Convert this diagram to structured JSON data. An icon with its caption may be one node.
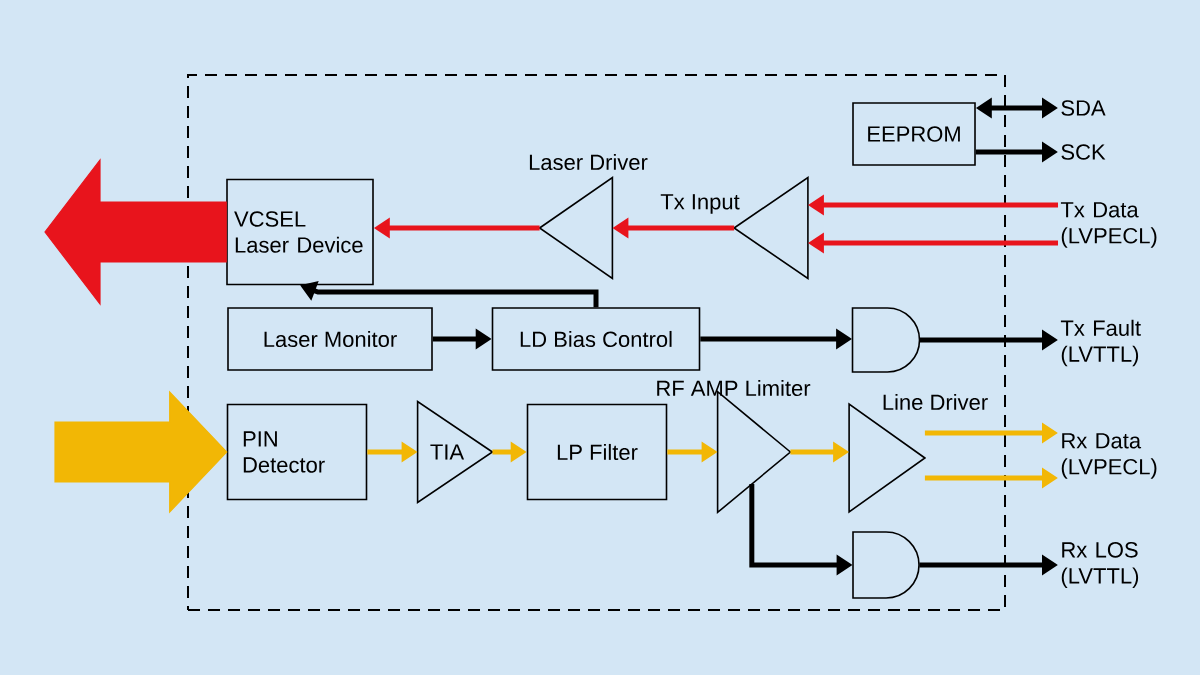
{
  "diagram": {
    "nodes": [
      {
        "text": [],
        "shape": "box"
      },
      {
        "text": [
          "EEPROM"
        ],
        "in": 0
      },
      {
        "text": [
          "SDA"
        ]
      },
      {
        "text": [
          "SCK"
        ]
      },
      {
        "text": [
          "Laser Driver"
        ],
        "in": 0
      },
      {
        "text": [
          "Tx Input"
        ],
        "in": 0
      },
      {
        "text": [
          "VCSEL Laser Device"
        ],
        "in": 0
      },
      {
        "text": [
          "Tx Data (LVPECL)"
        ]
      },
      {
        "text": [
          "Laser Monitor"
        ],
        "in": 0
      },
      {
        "text": [
          "LD Bias Control"
        ],
        "in": 0
      },
      {
        "text": [],
        "shape": "gate",
        "in": 0
      },
      {
        "text": [
          "Tx Fault (LVTTL)"
        ]
      },
      {
        "text": [
          "PIN Detector"
        ],
        "in": 0
      },
      {
        "text": [
          "TIA"
        ],
        "in": 0
      },
      {
        "text": [
          "LP Filter"
        ],
        "in": 0
      },
      {
        "text": [
          "RF AMP Limiter"
        ],
        "in": 0
      },
      {
        "text": [
          "Line Driver"
        ],
        "in": 0
      },
      {
        "text": [
          "Rx Data (LVPECL)"
        ]
      },
      {
        "text": [],
        "shape": "gate",
        "in": 0
      },
      {
        "text": [
          "Rx LOS (LVTTL)"
        ]
      }
    ],
    "edges": [
      {
        "from": 1,
        "to": 2,
        "arrow": "both"
      },
      {
        "from": 1,
        "to": 3,
        "arrow": "to"
      },
      {
        "from": 7,
        "to": 5,
        "arrow": "to",
        "color": "#e8141c"
      },
      {
        "from": 7,
        "to": 5,
        "arrow": "to",
        "color": "#e8141c"
      },
      {
        "from": 5,
        "to": 4,
        "arrow": "to",
        "color": "#e8141c"
      },
      {
        "from": 4,
        "to": 6,
        "arrow": "to",
        "color": "#e8141c"
      },
      {
        "from": 6,
        "to": null,
        "arrow": "to",
        "style": "thick",
        "color": "#e8141c"
      },
      {
        "from": 9,
        "to": 6,
        "arrow": "to"
      },
      {
        "from": 8,
        "to": 9,
        "arrow": "to"
      },
      {
        "from": 9,
        "to": 10,
        "arrow": "to"
      },
      {
        "from": 10,
        "to": 11,
        "arrow": "to"
      },
      {
        "from": null,
        "to": 12,
        "arrow": "to",
        "style": "thick",
        "color": "#f2b705"
      },
      {
        "from": 12,
        "to": 13,
        "arrow": "to",
        "color": "#f2b705"
      },
      {
        "from": 13,
        "to": 14,
        "arrow": "to",
        "color": "#f2b705"
      },
      {
        "from": 14,
        "to": 15,
        "arrow": "to",
        "color": "#f2b705"
      },
      {
        "from": 15,
        "to": 16,
        "arrow": "to",
        "color": "#f2b705"
      },
      {
        "from": 16,
        "to": 17,
        "arrow": "to",
        "color": "#f2b705"
      },
      {
        "from": 16,
        "to": 17,
        "arrow": "to",
        "color": "#f2b705"
      },
      {
        "from": 15,
        "to": 18,
        "arrow": "to"
      },
      {
        "from": 18,
        "to": 19,
        "arrow": "to"
      }
    ]
  }
}
